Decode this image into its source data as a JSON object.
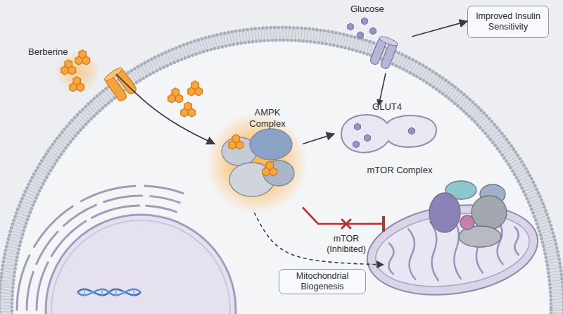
{
  "diagram": {
    "nodes": [
      {
        "text": [
          "Berberine"
        ]
      },
      {
        "text": [
          "AMPK Complex"
        ]
      },
      {
        "text": [
          "GLUT4"
        ]
      },
      {
        "text": [
          "Improved Insulin Sensitivity"
        ]
      },
      {
        "text": [
          "mTOR Complex"
        ]
      },
      {
        "text": [
          "Mitochondrial Biogenesis"
        ]
      }
    ],
    "edges": [
      {
        "from": 0,
        "to": 1,
        "arrow": "to"
      },
      {
        "from": 1,
        "to": 2,
        "arrow": "to"
      },
      {
        "from": 2,
        "to": 3,
        "arrow": "to"
      },
      {
        "from": 1,
        "to": 4,
        "label": "mTOR (Inhibited)",
        "arrow": "to"
      },
      {
        "from": 1,
        "to": 4,
        "arrow": "to"
      }
    ],
    "labels": [
      "Glucose"
    ]
  }
}
